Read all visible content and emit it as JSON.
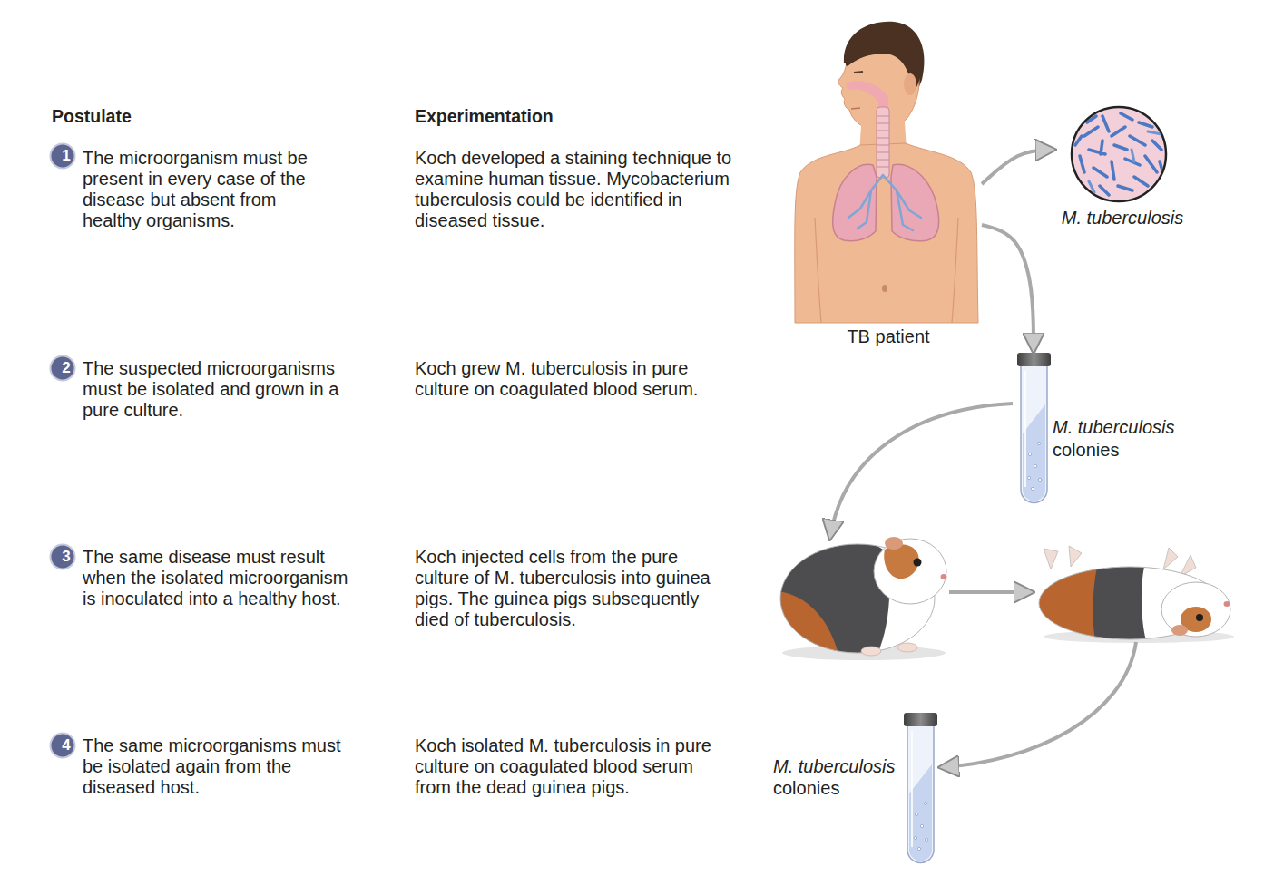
{
  "diagram": {
    "nodes": [
      {
        "text": [
          "1"
        ]
      },
      {
        "text": [
          "TB patient"
        ]
      },
      {
        "text": [
          "M. tuberculosis"
        ]
      },
      {
        "text": [
          "2"
        ]
      },
      {
        "text": [
          "M. tuberculosis",
          "colonies"
        ]
      },
      {
        "text": [
          "3"
        ]
      },
      {
        "text": [
          "4"
        ]
      },
      {
        "text": [
          "M. tuberculosis",
          "colonies"
        ]
      }
    ],
    "edges": [
      {
        "from": 1,
        "to": 2,
        "arrow": "to"
      },
      {
        "from": 1,
        "to": 4,
        "arrow": "to"
      }
    ],
    "labels": [
      "Postulate",
      "Experimentation",
      "The microorganism must be present in every case of the disease but absent from healthy organisms.",
      "Koch developed a staining technique to examine human tissue. Mycobacterium tuberculosis could be identified in diseased tissue.",
      "The suspected microorganisms must be isolated and grown in a pure culture.",
      "Koch grew M. tuberculosis in pure culture on coagulated blood serum.",
      "The same disease must result when the isolated microorganism is inoculated into a healthy host.",
      "Koch injected cells from the pure culture of M. tuberculosis into guinea pigs. The guinea pigs subsequently died of tuberculosis.",
      "The same microorganisms must be isolated again from the diseased host.",
      "Koch isolated M. tuberculosis in pure culture on coagulated blood serum from the dead guinea pigs."
    ]
  }
}
